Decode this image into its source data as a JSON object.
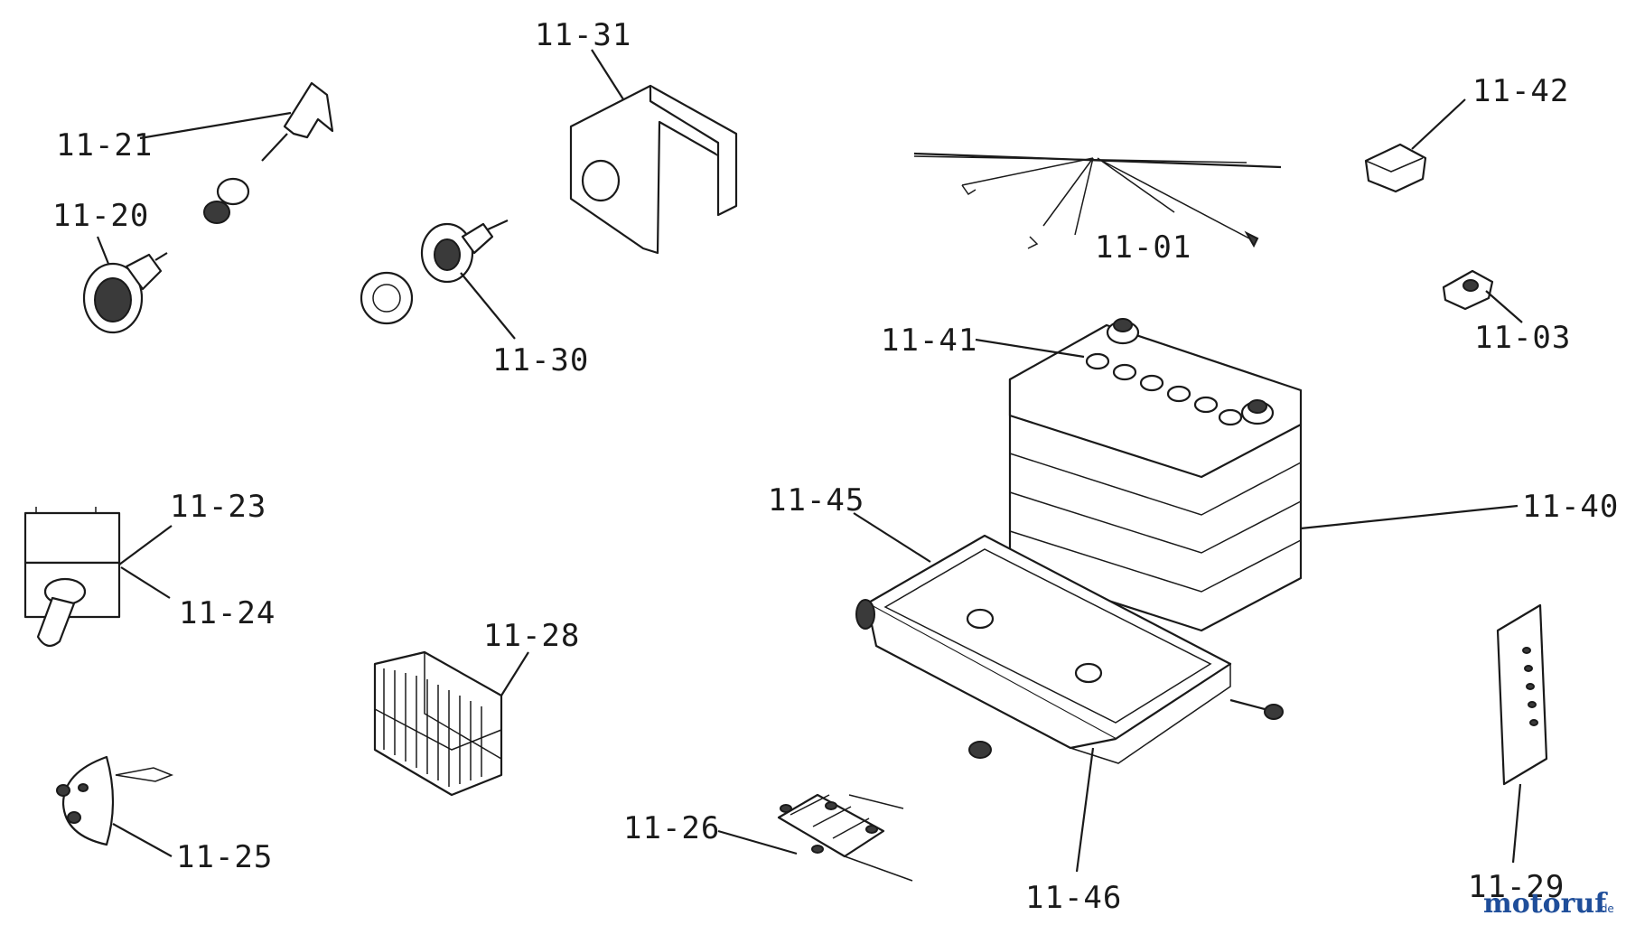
{
  "labels": {
    "l1131": "11-31",
    "l1142": "11-42",
    "l1121": "11-21",
    "l1120": "11-20",
    "l1101": "11-01",
    "l1130": "11-30",
    "l1103": "11-03",
    "l1141": "11-41",
    "l1123": "11-23",
    "l1124": "11-24",
    "l1145": "11-45",
    "l1140": "11-40",
    "l1128": "11-28",
    "l1125": "11-25",
    "l1126": "11-26",
    "l1146": "11-46",
    "l1129": "11-29"
  },
  "watermark": {
    "brand_main": "motoruf",
    "brand_suffix": ".de"
  },
  "colors": {
    "ink": "#1a1a1a",
    "watermark_blue": "#1f4e9a",
    "watermark_orange": "#f08a00"
  }
}
